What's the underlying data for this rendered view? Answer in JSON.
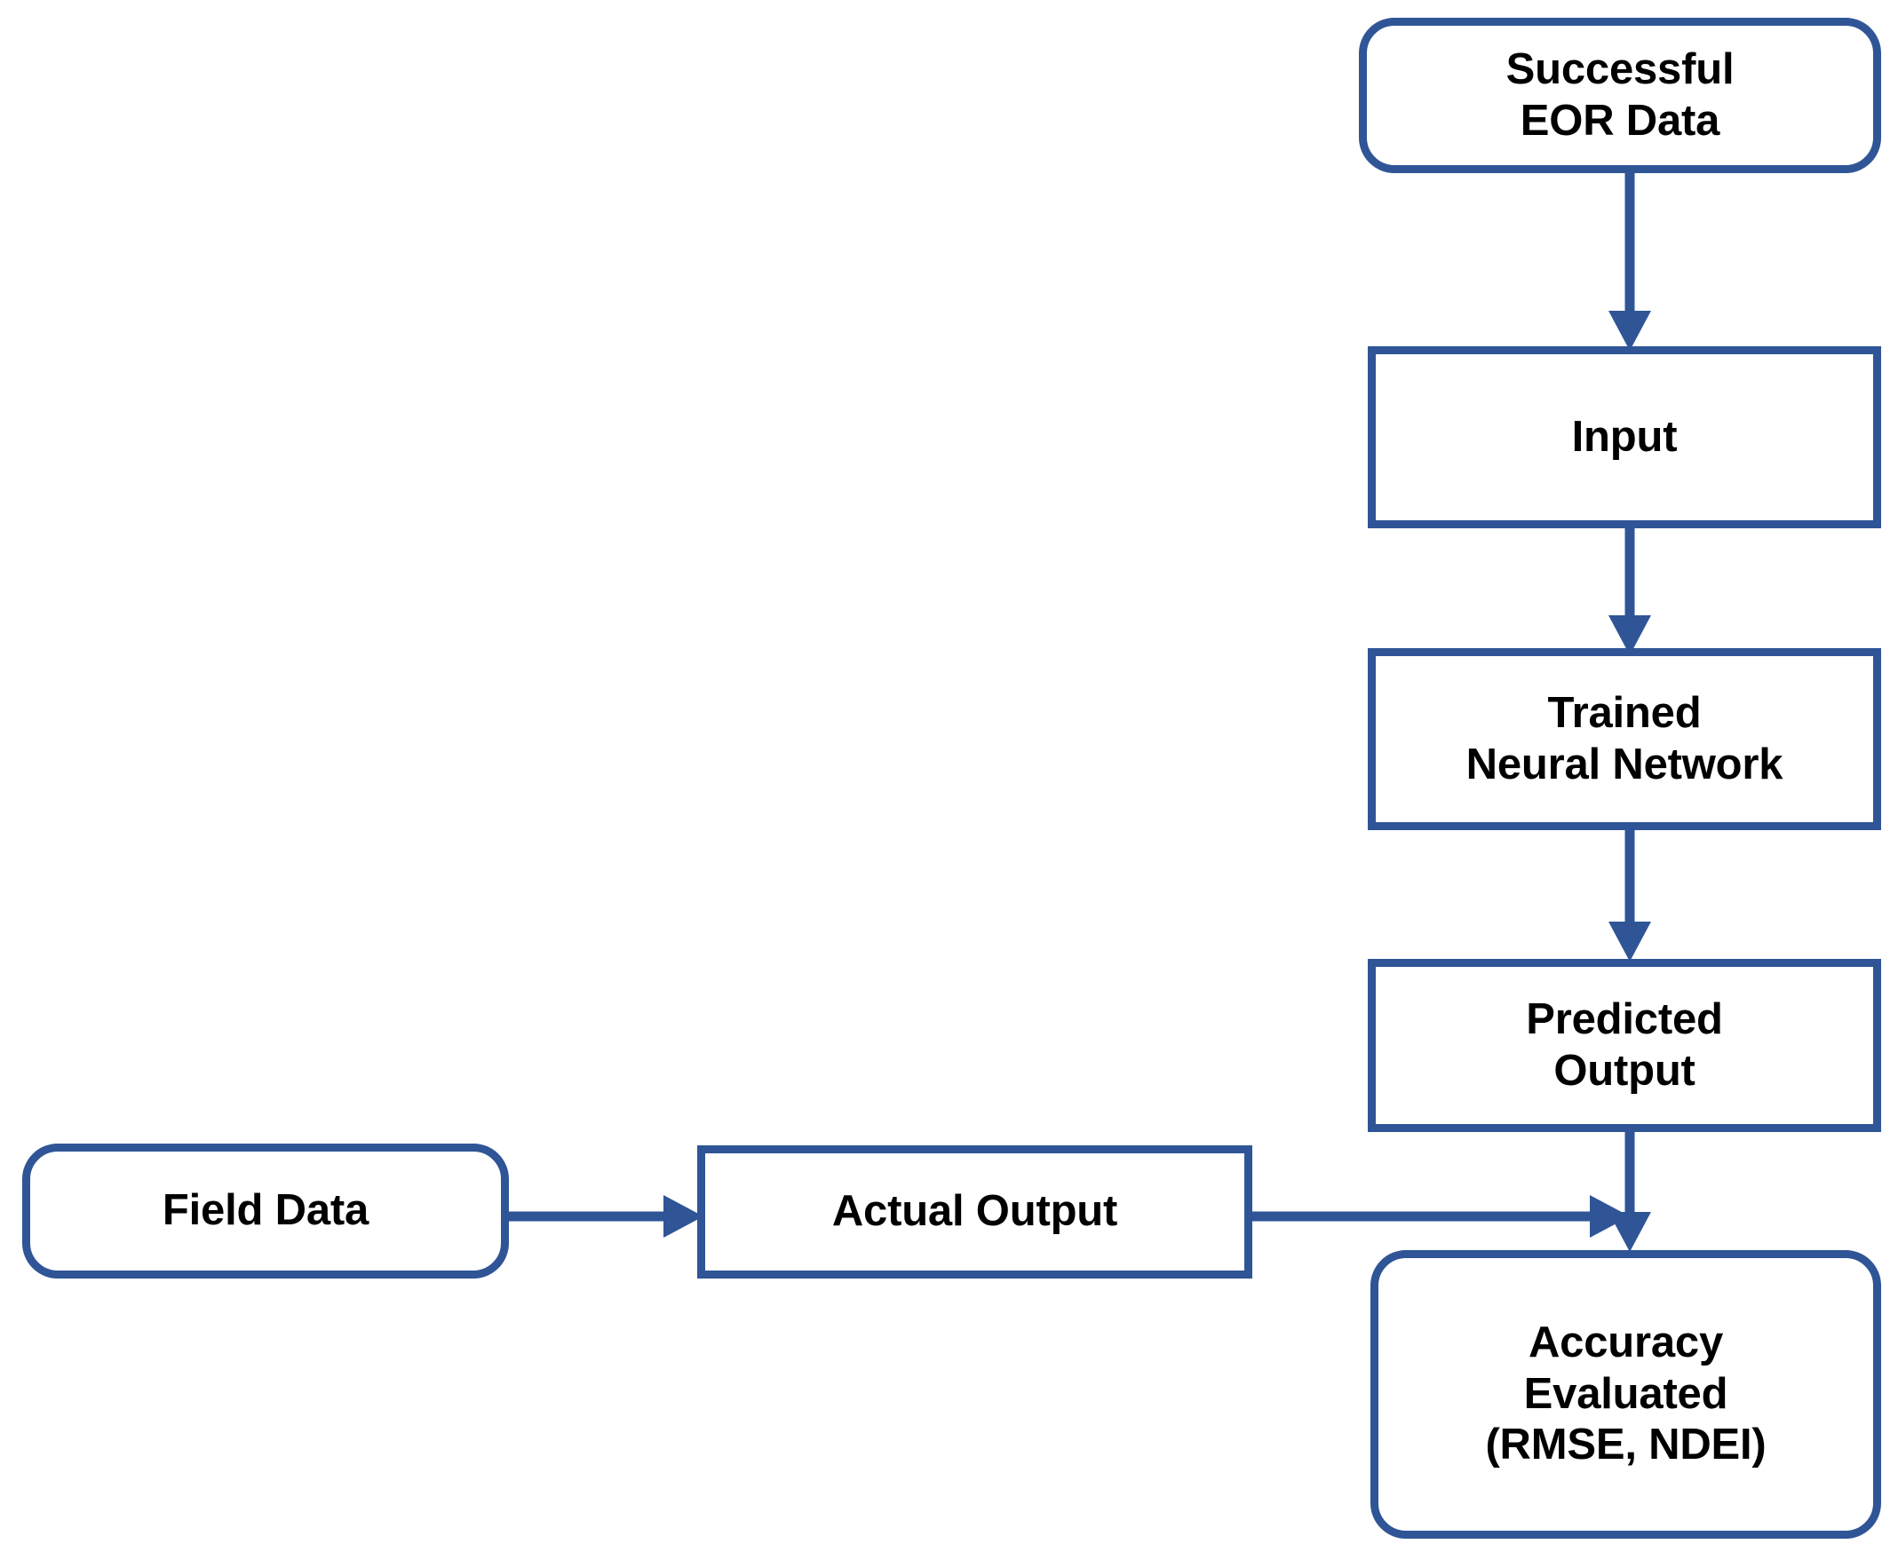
{
  "diagram": {
    "title": "Neural network EOR workflow flowchart",
    "accent_color": "#2F5597",
    "text_color": "#000000",
    "background_color": "#FFFFFF",
    "nodes": [
      {
        "id": "successful-eor-data",
        "shape": "rounded-rectangle",
        "lines": [
          "Successful",
          "EOR Data"
        ]
      },
      {
        "id": "input",
        "shape": "rectangle",
        "lines": [
          "Input"
        ]
      },
      {
        "id": "trained-neural-network",
        "shape": "rectangle",
        "lines": [
          "Trained",
          "Neural Network"
        ]
      },
      {
        "id": "predicted-output",
        "shape": "rectangle",
        "lines": [
          "Predicted",
          "Output"
        ]
      },
      {
        "id": "accuracy-evaluated",
        "shape": "rounded-rectangle",
        "lines": [
          "Accuracy",
          "Evaluated",
          "(RMSE, NDEI)"
        ]
      },
      {
        "id": "field-data",
        "shape": "rounded-rectangle",
        "lines": [
          "Field Data"
        ]
      },
      {
        "id": "actual-output",
        "shape": "rectangle",
        "lines": [
          "Actual Output"
        ]
      }
    ],
    "edges": [
      {
        "id": "eor-to-input",
        "from": "successful-eor-data",
        "to": "input",
        "direction": "down"
      },
      {
        "id": "input-to-nn",
        "from": "input",
        "to": "trained-neural-network",
        "direction": "down"
      },
      {
        "id": "nn-to-predicted",
        "from": "trained-neural-network",
        "to": "predicted-output",
        "direction": "down"
      },
      {
        "id": "predicted-to-accuracy",
        "from": "predicted-output",
        "to": "accuracy-evaluated",
        "direction": "down"
      },
      {
        "id": "field-to-actual",
        "from": "field-data",
        "to": "actual-output",
        "direction": "right"
      },
      {
        "id": "actual-to-accuracy",
        "from": "actual-output",
        "to": "accuracy-evaluated",
        "direction": "right"
      }
    ]
  }
}
